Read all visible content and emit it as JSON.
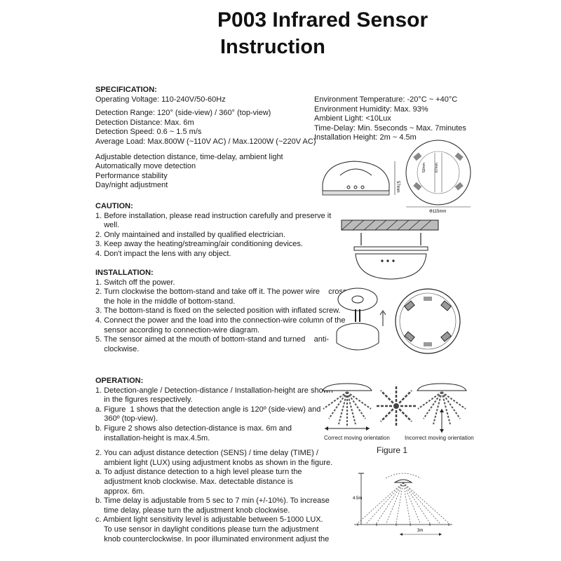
{
  "title_line1": "P003 Infrared Sensor",
  "title_line2": "Instruction",
  "specification": {
    "heading": "SPECIFICATION:",
    "left": [
      "Operating Voltage: 110-240V/50-60Hz",
      "Detection Range: 120° (side-view) / 360° (top-view)",
      "Detection Distance: Max. 6m",
      "Detection Speed: 0.6 ~ 1.5 m/s",
      "Average Load: Max.800W (~110V AC) / Max.1200W (~220V AC)"
    ],
    "right": [
      "Environment Temperature: -20°C ~ +40°C",
      "Environment Humidity: Max. 93%",
      "Ambient Light: <10Lux",
      "Time-Delay: Min. 5seconds ~ Max. 7minutes",
      "Installation Height: 2m ~ 4.5m"
    ],
    "features": [
      "Adjustable detection distance, time-delay, ambient light",
      "Automatically move detection",
      "Performance stability",
      "Day/night adjustment"
    ]
  },
  "caution": {
    "heading": "CAUTION:",
    "lines": [
      "1. Before installation, please read instruction carefully and preserve it",
      "    well.",
      "2. Only maintained and installed by qualified electrician.",
      "3. Keep away the heating/streaming/air conditioning devices.",
      "4. Don't impact the lens with any object."
    ]
  },
  "installation": {
    "heading": "INSTALLATION:",
    "lines": [
      "1. Switch off the power.",
      "2. Turn clockwise the bottom-stand and take off it. The power wire    cross",
      "    the hole in the middle of bottom-stand.",
      "3. The bottom-stand is fixed on the selected position with inflated screw.",
      "4. Connect the power and the load into the connection-wire column of the",
      "    sensor according to connection-wire diagram.",
      "5. The sensor aimed at the mouth of bottom-stand and turned    anti-",
      "    clockwise."
    ]
  },
  "operation": {
    "heading": "OPERATION:",
    "lines": [
      "1. Detection-angle / Detection-distance / Installation-height are shown",
      "    in the figures respectively.",
      "a. Figure  1 shows that the detection angle is 120º (side-view) and",
      "    360º (top-view).",
      "b. Figure 2 shows also detection-distance is max. 6m and",
      "    installation-height is max.4.5m."
    ],
    "lines2": [
      "2. You can adjust distance detection (SENS) / time delay (TIME) /",
      "    ambient light (LUX) using adjustment knobs as shown in the figure.",
      "a. To adjust distance detection to a high level please turn the",
      "    adjustment knob clockwise. Max. detectable distance is",
      "    approx. 6m.",
      "b. Time delay is adjustable from 5 sec to 7 min (+/-10%). To increase",
      "    time delay, please turn the adjustment knob clockwise.",
      "c. Ambient light sensitivity level is adjustable between 5-1000 LUX.",
      "    To use sensor in daylight conditions please turn the adjustment",
      "    knob counterclockwise. In poor illuminated environment adjust the"
    ]
  },
  "figures": {
    "dim_height": "57mm",
    "dim_width": "Φ115mm",
    "dim_inner1": "53mm",
    "dim_inner2": "67mm",
    "correct_caption": "Correct moving orientation",
    "incorrect_caption": "Incorrect moving orientation",
    "figure1": "Figure 1",
    "height_label": "4.5m",
    "distance_label": "3m"
  }
}
